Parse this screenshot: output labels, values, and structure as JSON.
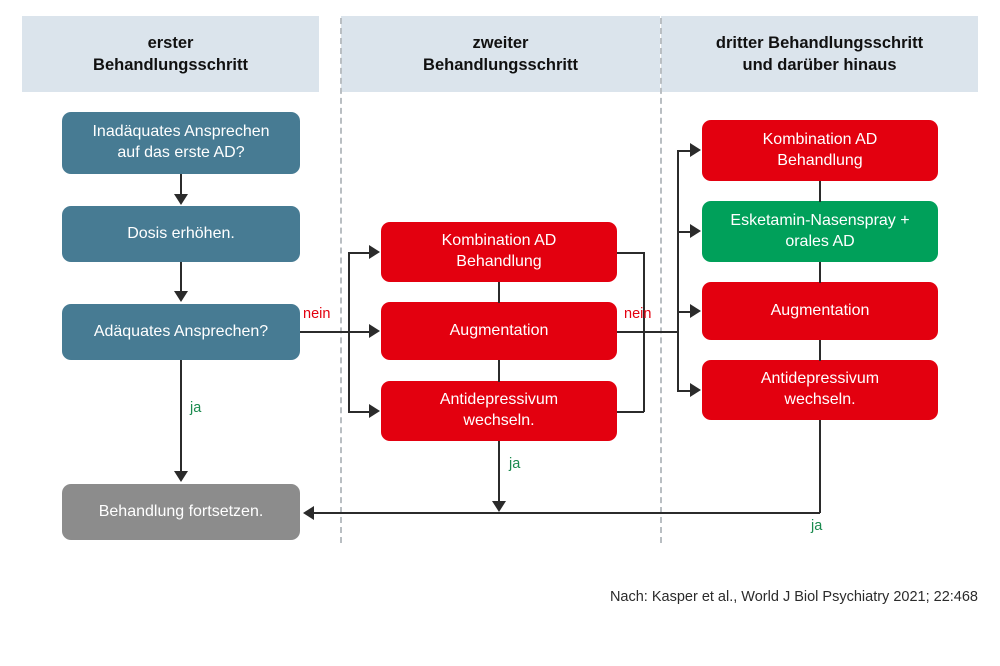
{
  "figure": {
    "title_columns": [
      {
        "id": "step1",
        "label": "erster\nBehandlungsschritt"
      },
      {
        "id": "step2",
        "label": "zweiter\nBehandlungsschritt"
      },
      {
        "id": "step3",
        "label": "dritter Behandlungsschritt\nund darüber hinaus"
      }
    ]
  },
  "headers": {
    "col1_line1": "erster",
    "col1_line2": "Behandlungsschritt",
    "col2_line1": "zweiter",
    "col2_line2": "Behandlungsschritt",
    "col3_line1": "dritter Behandlungsschritt",
    "col3_line2": "und darüber hinaus"
  },
  "nodes": {
    "n1_line1": "Inadäquates Ansprechen",
    "n1_line2": "auf das erste AD?",
    "n2": "Dosis erhöhen.",
    "n3": "Adäquates Ansprechen?",
    "n4": "Behandlung fortsetzen.",
    "m1_line1": "Kombination AD",
    "m1_line2": "Behandlung",
    "m2": "Augmentation",
    "m3_line1": "Antidepressivum",
    "m3_line2": "wechseln.",
    "r1_line1": "Kombination AD",
    "r1_line2": "Behandlung",
    "r2_line1": "Esketamin-Nasenspray +",
    "r2_line2": "orales AD",
    "r3": "Augmentation",
    "r4_line1": "Antidepressivum",
    "r4_line2": "wechseln."
  },
  "edges": {
    "nein_1": "nein",
    "nein_2": "nein",
    "ja_left": "ja",
    "ja_middle": "ja",
    "ja_right": "ja"
  },
  "citation": "Nach: Kasper et al., World J Biol Psychiatry 2021; 22:468",
  "colors": {
    "header_band": "#dbe4ec",
    "blue_node": "#477b93",
    "red_node": "#e3000f",
    "green_node": "#00a05a",
    "gray_node": "#8c8c8c",
    "connector": "#2b2b2b",
    "divider": "#b9bec2",
    "label_nein": "#e3000f",
    "label_ja": "#1a8a4e"
  }
}
